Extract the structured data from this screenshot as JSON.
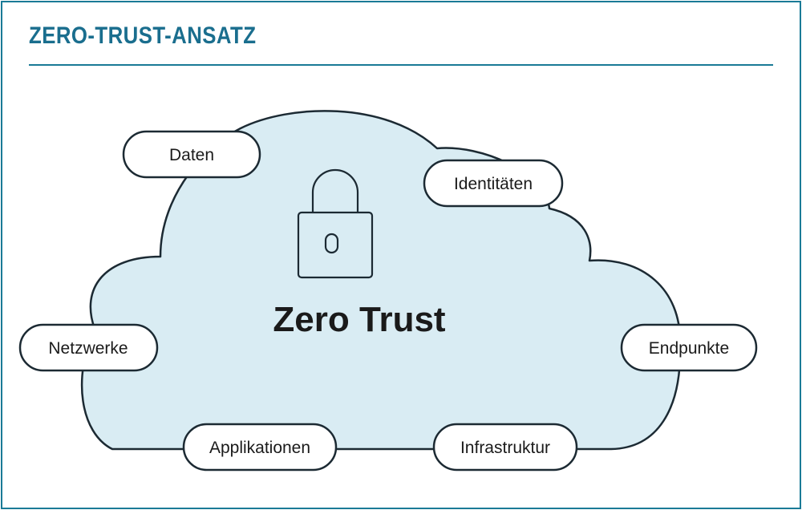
{
  "header": {
    "title": "ZERO-TRUST-ANSATZ"
  },
  "diagram": {
    "center_label": "Zero Trust",
    "center_icon": "lock-icon",
    "colors": {
      "cloud_fill": "#d9ecf3",
      "outline": "#1c2a33",
      "accent": "#1a7a96"
    },
    "nodes": [
      {
        "id": "daten",
        "label": "Daten"
      },
      {
        "id": "identitaeten",
        "label": "Identitäten"
      },
      {
        "id": "netzwerke",
        "label": "Netzwerke"
      },
      {
        "id": "endpunkte",
        "label": "Endpunkte"
      },
      {
        "id": "applikationen",
        "label": "Applikationen"
      },
      {
        "id": "infrastruktur",
        "label": "Infrastruktur"
      }
    ]
  }
}
